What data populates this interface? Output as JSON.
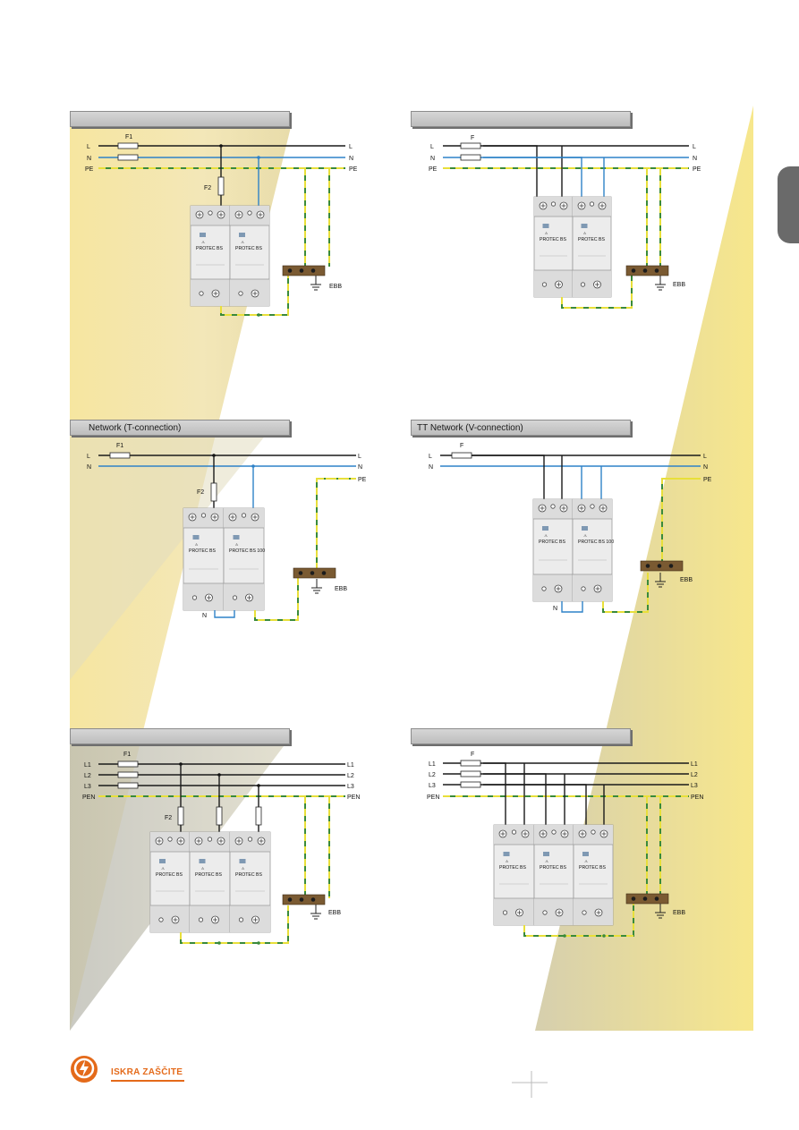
{
  "colors": {
    "line_l": "#1a1a1a",
    "line_n": "#2f82c8",
    "pe_yellow": "#e8df3a",
    "pe_green": "#3a8a3a",
    "bg_yellow": "#f5e58e",
    "bg_gray": "#cfcfcf",
    "device_body": "#ececec",
    "ebb_brown": "#7a5a32",
    "brand_orange": "#e46a1a",
    "header_gray": "#c8c8c8"
  },
  "panels": [
    {
      "header": "",
      "lines": [
        "L",
        "N",
        "PE"
      ],
      "fuse_main": "F1",
      "fuse_branch": "F2",
      "modules": [
        "PROTEC BS",
        "PROTEC BS"
      ],
      "ebb_label": "EBB"
    },
    {
      "header": "",
      "lines": [
        "L",
        "N",
        "PE"
      ],
      "fuse_main": "F",
      "modules": [
        "PROTEC BS",
        "PROTEC BS"
      ],
      "ebb_label": "EBB"
    },
    {
      "header": "Network (T-connection)",
      "lines": [
        "L",
        "N",
        "PE"
      ],
      "fuse_main": "F1",
      "fuse_branch": "F2",
      "modules": [
        "PROTEC BS",
        "PROTEC BS 100"
      ],
      "bottom_label": "N",
      "ebb_label": "EBB"
    },
    {
      "header": "TT Network (V-connection)",
      "lines": [
        "L",
        "N",
        "PE"
      ],
      "fuse_main": "F",
      "modules": [
        "PROTEC BS",
        "PROTEC BS 100"
      ],
      "bottom_label": "N",
      "ebb_label": "EBB"
    },
    {
      "header": "",
      "lines": [
        "L1",
        "L2",
        "L3",
        "PEN"
      ],
      "fuse_main": "F1",
      "fuse_branch": "F2",
      "modules": [
        "PROTEC BS",
        "PROTEC BS",
        "PROTEC BS"
      ],
      "ebb_label": "EBB"
    },
    {
      "header": "",
      "lines": [
        "L1",
        "L2",
        "L3",
        "PEN"
      ],
      "fuse_main": "F",
      "modules": [
        "PROTEC BS",
        "PROTEC BS",
        "PROTEC BS"
      ],
      "ebb_label": "EBB"
    }
  ],
  "footer": {
    "brand": "ISKRA ZAŠČITE",
    "logo_icon": "iskra-logo-icon"
  }
}
